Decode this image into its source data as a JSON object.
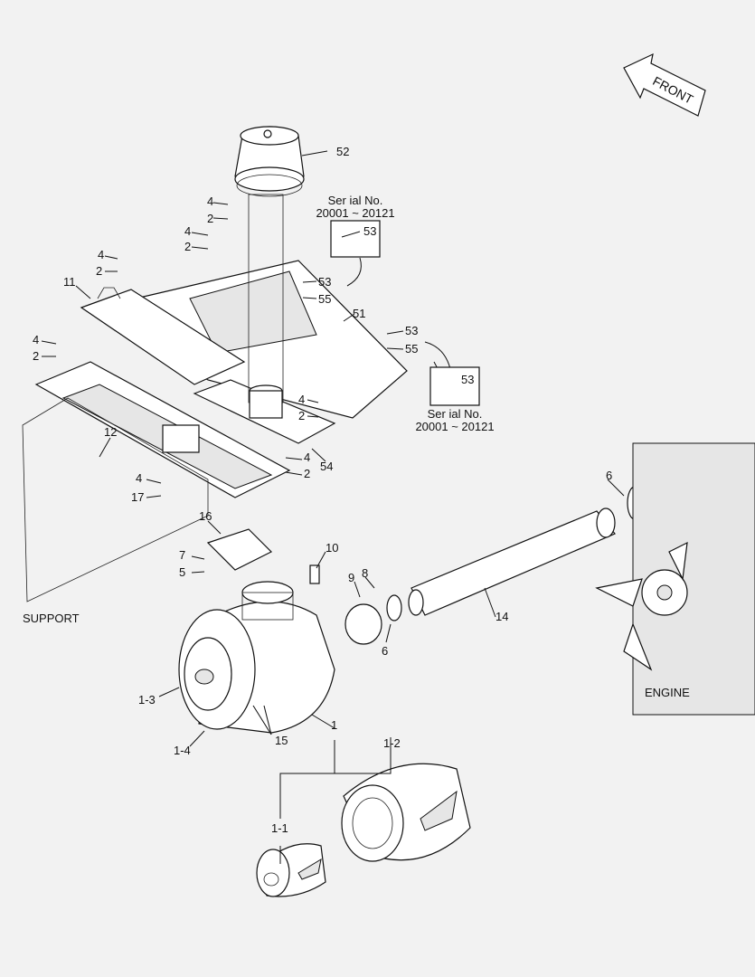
{
  "labels": {
    "front": "FRONT",
    "support": "SUPPORT",
    "engine": "ENGINE",
    "serial_title_a": "Ser ial No.",
    "serial_range_a": "20001 ~ 20121",
    "serial_title_b": "Ser ial No.",
    "serial_range_b": "20001 ~ 20121",
    "callouts": {
      "p52": "52",
      "p4a": "4",
      "p2a": "2",
      "p4b": "4",
      "p2b": "2",
      "p4c": "4",
      "p2c": "2",
      "p11": "11",
      "p53a": "53",
      "p55a": "55",
      "p51": "51",
      "p53b": "53",
      "p55b": "55",
      "p53box1": "53",
      "p53box2": "53",
      "p4d": "4",
      "p2d": "2",
      "p4e": "4",
      "p2e": "2",
      "p4f": "4",
      "p2f": "2",
      "p12": "12",
      "p54": "54",
      "p4g": "4",
      "p17": "17",
      "p16": "16",
      "p7": "7",
      "p5": "5",
      "p10": "10",
      "p9": "9",
      "p8": "8",
      "p6a": "6",
      "p6b": "6",
      "p14": "14",
      "p1_3": "1-3",
      "p1_4": "1-4",
      "p15": "15",
      "p1": "1",
      "p1_2": "1-2",
      "p1_1": "1-1"
    }
  },
  "colors": {
    "background": "#f2f2f2",
    "line": "#111111"
  }
}
